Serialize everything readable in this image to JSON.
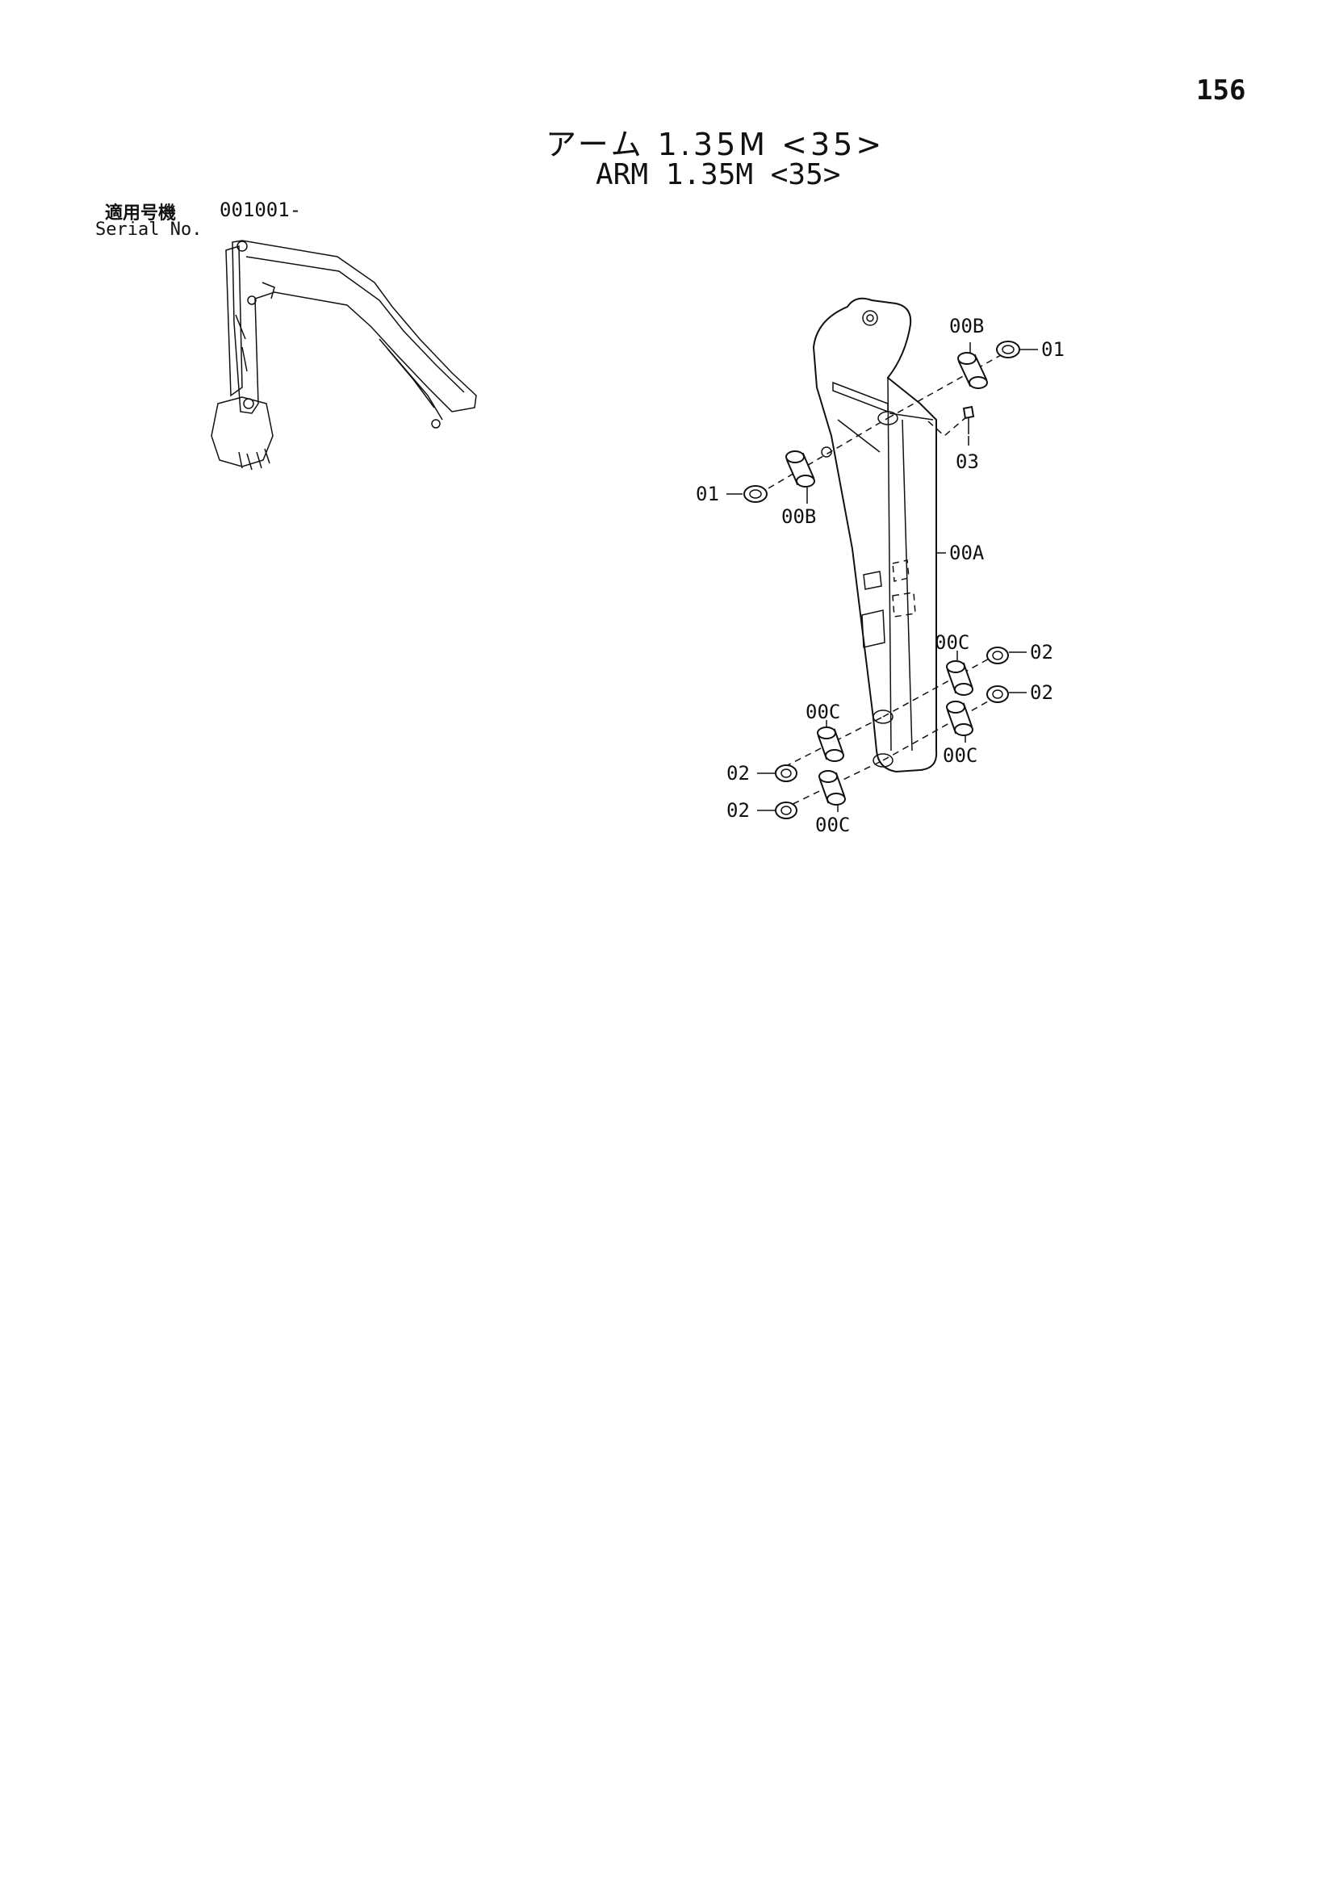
{
  "page": {
    "number": "156",
    "title_jp": "アーム 1.35M <35>",
    "title_en": "ARM 1.35M <35>",
    "serial_label_jp": "適用号機",
    "serial_label_en": "Serial No.",
    "serial_value": "001001-"
  },
  "callouts": {
    "c_00B_top": "00B",
    "c_01_right": "01",
    "c_03": "03",
    "c_01_left": "01",
    "c_00B_left": "00B",
    "c_00A": "00A",
    "c_00C_r1": "00C",
    "c_02_r1": "02",
    "c_02_r2": "02",
    "c_00C_r2": "00C",
    "c_00C_l1": "00C",
    "c_02_l1": "02",
    "c_02_l2": "02",
    "c_00C_l2": "00C"
  }
}
